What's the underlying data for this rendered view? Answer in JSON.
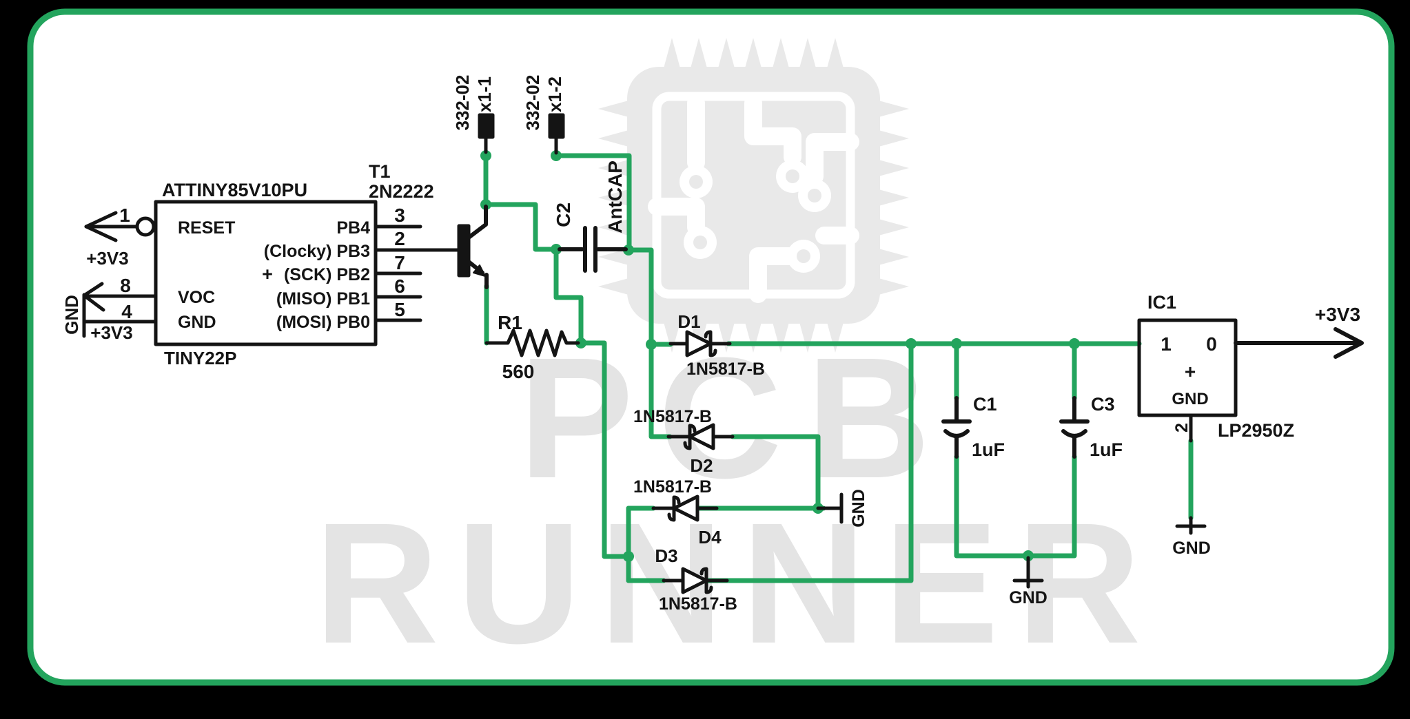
{
  "colors": {
    "wire_green": "#23a45d",
    "ink": "#141414",
    "panel": "#ffffff",
    "frame": "#000000",
    "watermark": "#e9e9e9",
    "watermark_text": "#e4e4e4"
  },
  "watermark": {
    "brand_top": "PCB",
    "brand_bottom": "RUNNER"
  },
  "mcu": {
    "title": "ATTINY85V10PU",
    "package": "TINY22P",
    "left_labels": {
      "reset": "RESET",
      "voc": "VOC",
      "gnd": "GND"
    },
    "right_labels": {
      "pb4": "PB4",
      "pb3": "(Clocky) PB3",
      "pb2_plus": "+",
      "pb2": "(SCK) PB2",
      "pb1": "(MISO) PB1",
      "pb0": "(MOSI) PB0"
    },
    "pin_numbers": {
      "p1": "1",
      "p8": "8",
      "p4": "4",
      "p3": "3",
      "p2": "2",
      "p7": "7",
      "p6": "6",
      "p5": "5"
    },
    "nets": {
      "reset_rail": "+3V3",
      "gnd_rail": "GND",
      "vcc_rail": "+3V3"
    }
  },
  "transistor": {
    "ref": "T1",
    "part": "2N2222"
  },
  "resistor": {
    "ref": "R1",
    "value": "560"
  },
  "connectors": {
    "x1_1": {
      "part": "332-02",
      "pin": "x1-1"
    },
    "x1_2": {
      "part": "332-02",
      "pin": "x1-2"
    }
  },
  "cap_c2": {
    "ref": "C2",
    "net": "AntCAP"
  },
  "diodes": {
    "d1": {
      "ref": "D1",
      "part": "1N5817-B"
    },
    "d2": {
      "ref": "D2",
      "part": "1N5817-B"
    },
    "d4": {
      "ref": "D4",
      "part": "1N5817-B"
    },
    "d3": {
      "ref": "D3",
      "part": "1N5817-B"
    }
  },
  "caps": {
    "c1": {
      "ref": "C1",
      "value": "1uF"
    },
    "c3": {
      "ref": "C3",
      "value": "1uF"
    }
  },
  "gnd_mid": "GND",
  "gnd_caps": "GND",
  "regulator": {
    "ref": "IC1",
    "part": "LP2950Z",
    "pin_in": "1",
    "pin_out": "0",
    "plus": "+",
    "gnd_pin_label": "GND",
    "pin2": "2",
    "gnd_net": "GND"
  },
  "output_net": "+3V3"
}
